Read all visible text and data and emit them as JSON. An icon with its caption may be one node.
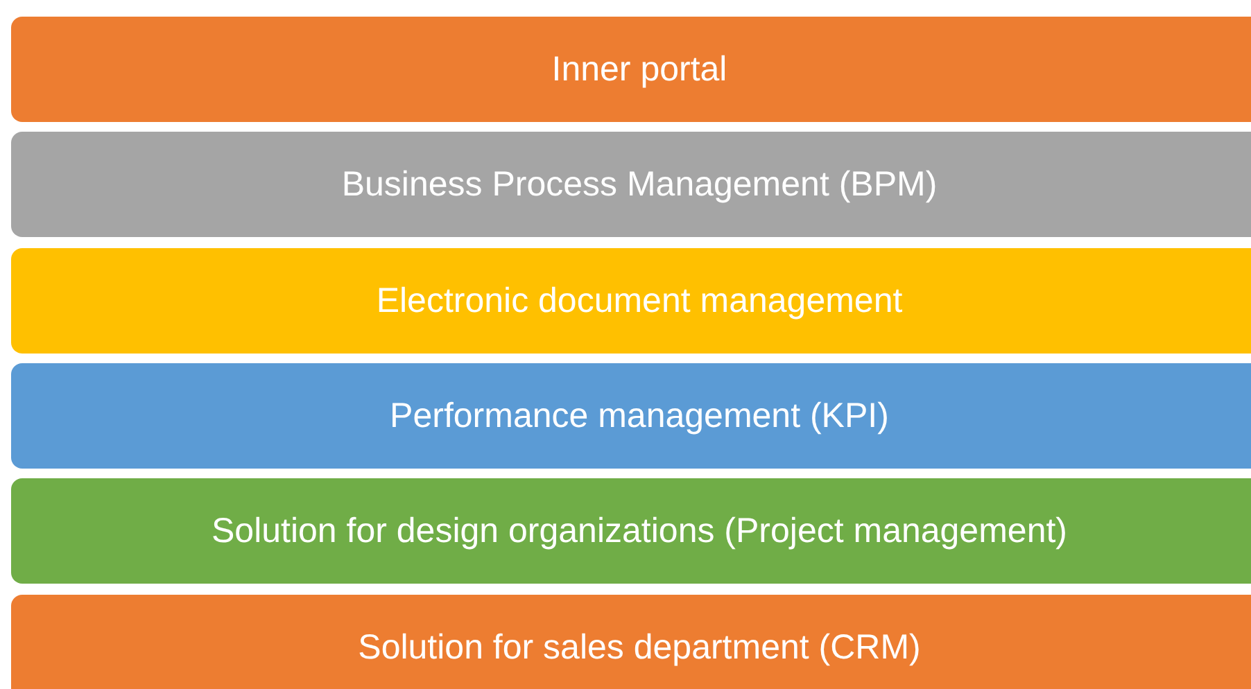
{
  "diagram": {
    "nodes": [
      {
        "text": [
          "Inner portal"
        ]
      },
      {
        "text": [
          "Business Process Management (BPM)"
        ]
      },
      {
        "text": [
          "Electronic document management"
        ]
      },
      {
        "text": [
          "Performance management (KPI)"
        ]
      },
      {
        "text": [
          "Solution for design organizations (Project management)"
        ]
      },
      {
        "text": [
          "Solution for sales department (CRM)"
        ]
      }
    ]
  }
}
